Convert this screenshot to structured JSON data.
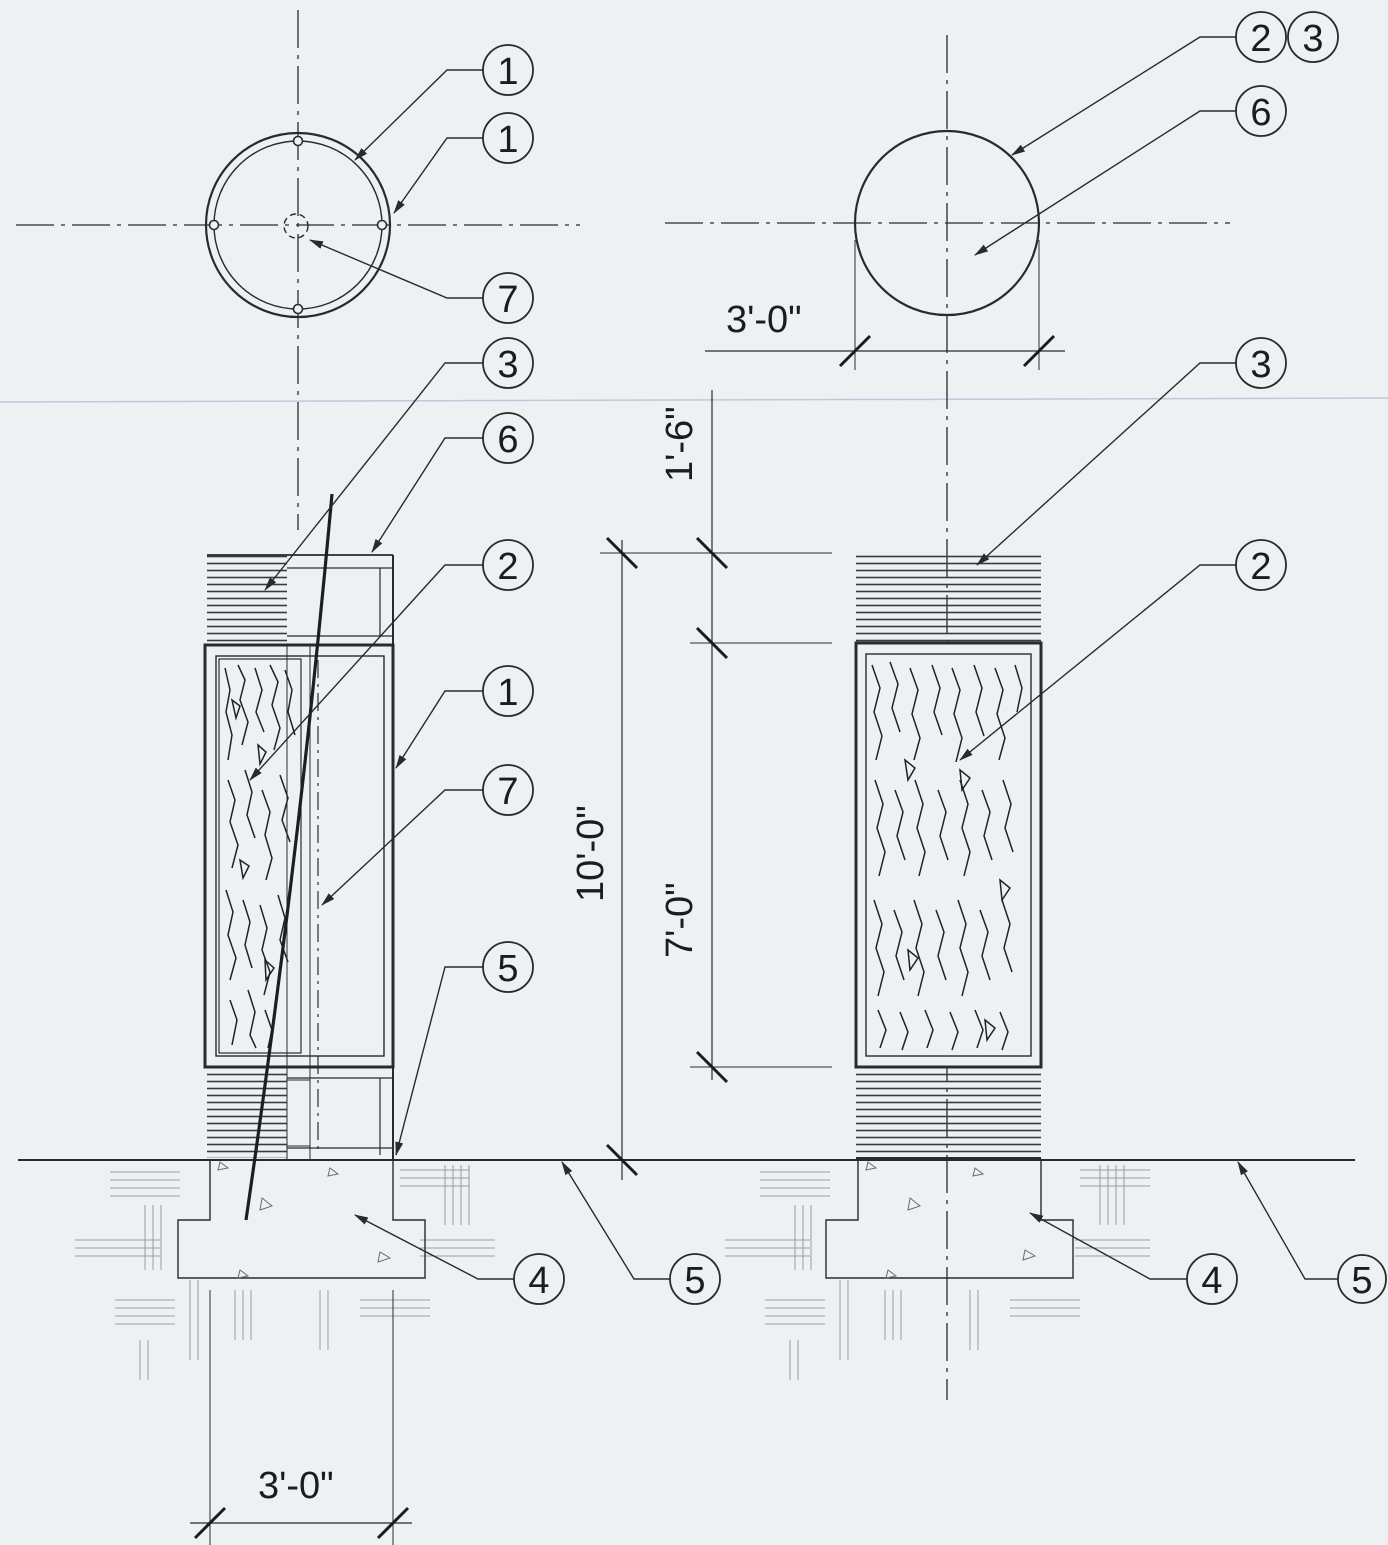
{
  "callouts": {
    "plan_left_top": "1",
    "plan_left_mid": "1",
    "plan_left_center": "7",
    "plan_right_a": "2",
    "plan_right_b": "3",
    "plan_right_center": "6",
    "elev_left_cap": "3",
    "elev_left_cap_top": "6",
    "elev_left_panel": "2",
    "elev_left_frame": "1",
    "elev_left_post": "7",
    "elev_left_grade": "5",
    "elev_left_footing": "4",
    "elev_mid_grade": "5",
    "elev_right_cap": "3",
    "elev_right_panel": "2",
    "elev_right_footing": "4",
    "elev_right_grade": "5"
  },
  "dimensions": {
    "plan_diameter": "3'-0\"",
    "cap_height": "1'-6\"",
    "overall_height": "10'-0\"",
    "panel_height": "7'-0\"",
    "base_width": "3'-0\""
  },
  "colors": {
    "line": "#2a2a2a",
    "fine": "#8a8a8a",
    "paper": "#eef1f4"
  }
}
